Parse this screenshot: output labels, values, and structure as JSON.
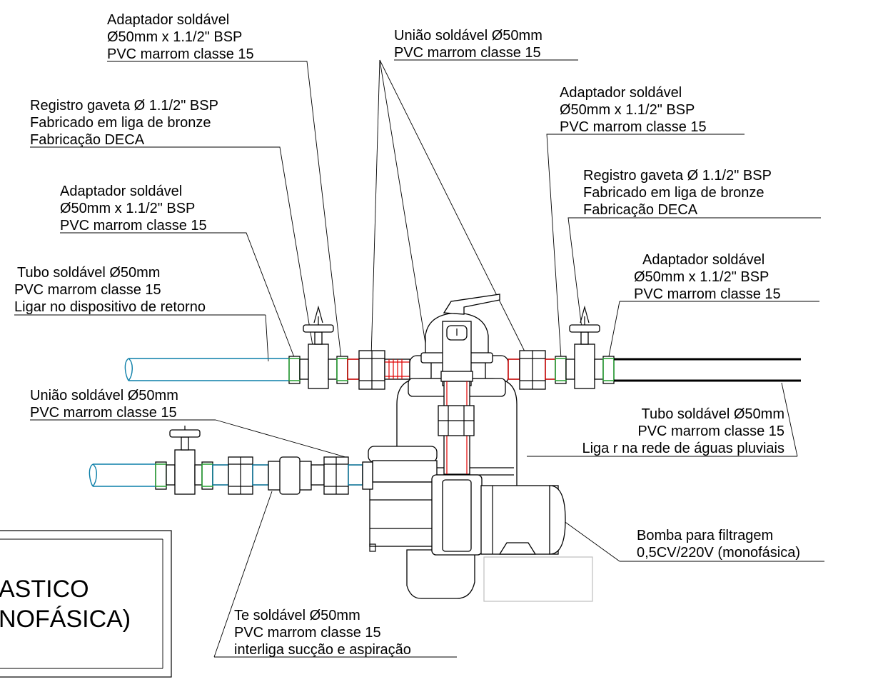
{
  "labels": {
    "adapt_top": [
      "Adaptador soldável",
      "Ø50mm x 1.1/2\" BSP",
      "PVC marrom classe 15"
    ],
    "union_top": [
      "União soldável Ø50mm",
      "PVC marrom classe 15"
    ],
    "registro_left": [
      "Registro gaveta Ø 1.1/2\" BSP",
      "Fabricado em liga de bronze",
      "Fabricação DECA"
    ],
    "adapt_right_top": [
      "Adaptador soldável",
      "Ø50mm x 1.1/2\" BSP",
      "PVC marrom classe 15"
    ],
    "registro_right": [
      "Registro gaveta Ø 1.1/2\" BSP",
      "Fabricado em liga de bronze",
      "Fabricação DECA"
    ],
    "adapt_left": [
      "Adaptador soldável",
      "Ø50mm x 1.1/2\" BSP",
      "PVC marrom classe 15"
    ],
    "adapt_right": [
      "Adaptador soldável",
      "Ø50mm x 1.1/2\" BSP",
      "PVC marrom classe 15"
    ],
    "tubo_left": [
      "Tubo soldável Ø50mm",
      "PVC marrom classe 15",
      "Ligar no dispositivo de retorno"
    ],
    "union_left": [
      "União soldável Ø50mm",
      "PVC marrom classe 15"
    ],
    "tubo_right": [
      "Tubo soldável Ø50mm",
      "PVC marrom classe 15",
      "Liga r na rede de águas pluviais"
    ],
    "bomba": [
      "Bomba para filtragem",
      "0,5CV/220V (monofásica)"
    ],
    "te": [
      "Te soldável Ø50mm",
      "PVC marrom classe 15",
      "interliga sucção e aspiração"
    ]
  },
  "title_box": [
    "ASTICO",
    "NOFÁSICA)"
  ],
  "colors": {
    "pipe_blue": "#0a7ea8",
    "fitting_green": "#2ea43a",
    "filter_red": "#e00000",
    "line": "#000000",
    "outline_gray": "#bfbfbf"
  }
}
